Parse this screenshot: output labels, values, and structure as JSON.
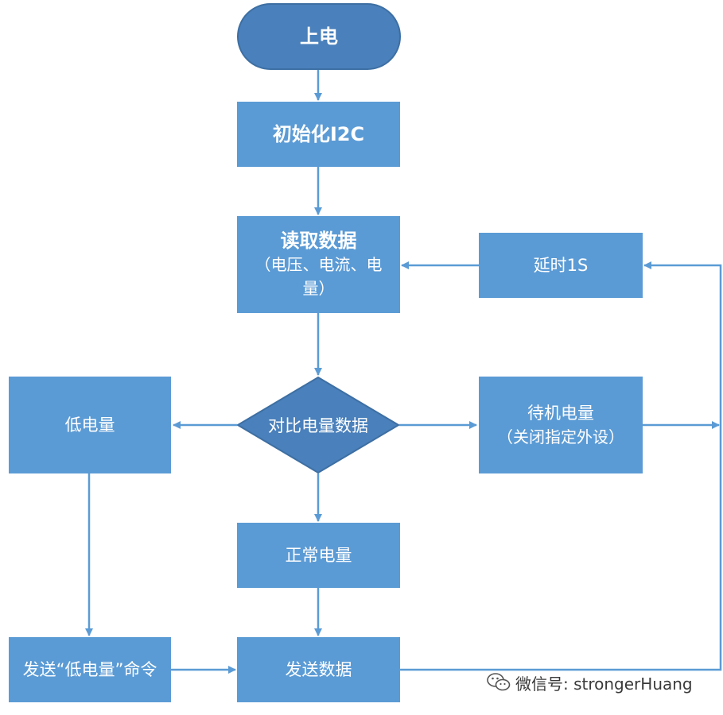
{
  "nodes": {
    "power_on": "上电",
    "init_i2c": "初始化I2C",
    "read_data_title": "读取数据",
    "read_data_detail": "（电压、电流、电量）",
    "delay": "延时1S",
    "compare": "对比电量数据",
    "low_battery": "低电量",
    "standby_title": "待机电量",
    "standby_detail": "（关闭指定外设）",
    "normal": "正常电量",
    "send_low_cmd": "发送“低电量”命令",
    "send_data": "发送数据"
  },
  "watermark": {
    "text": "微信号: strongerHuang",
    "icon": "wechat-icon"
  },
  "colors": {
    "box_fill": "#5b9bd5",
    "terminator_fill": "#4a80bb",
    "diamond_fill": "#4a80bb",
    "connector": "#5b9bd5",
    "text": "#ffffff"
  }
}
